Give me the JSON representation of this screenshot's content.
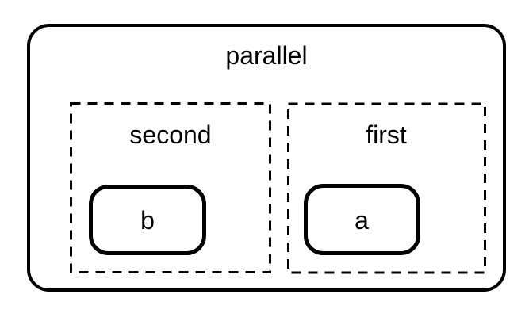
{
  "diagram": {
    "type": "statechart",
    "root": {
      "label": "parallel"
    },
    "regions": [
      {
        "label": "second",
        "child_state": {
          "label": "b"
        }
      },
      {
        "label": "first",
        "child_state": {
          "label": "a"
        }
      }
    ]
  },
  "colors": {
    "stroke": "#000000",
    "background": "#ffffff"
  }
}
